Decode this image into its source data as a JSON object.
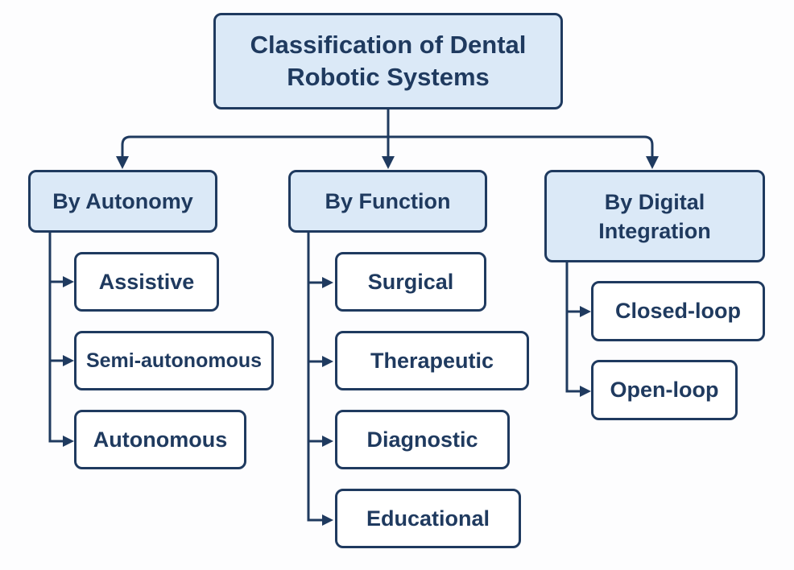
{
  "diagram": {
    "root": {
      "line1": "Classification of Dental",
      "line2": "Robotic Systems"
    },
    "categories": [
      {
        "label": "By Autonomy",
        "children": [
          "Assistive",
          "Semi-autonomous",
          "Autonomous"
        ]
      },
      {
        "label": "By Function",
        "children": [
          "Surgical",
          "Therapeutic",
          "Diagnostic",
          "Educational"
        ]
      },
      {
        "label_line1": "By Digital",
        "label_line2": "Integration",
        "children": [
          "Closed-loop",
          "Open-loop"
        ]
      }
    ]
  },
  "colors": {
    "stroke": "#1f3a5f",
    "fill": "#dbe9f7",
    "background": "#fdfdfe"
  }
}
